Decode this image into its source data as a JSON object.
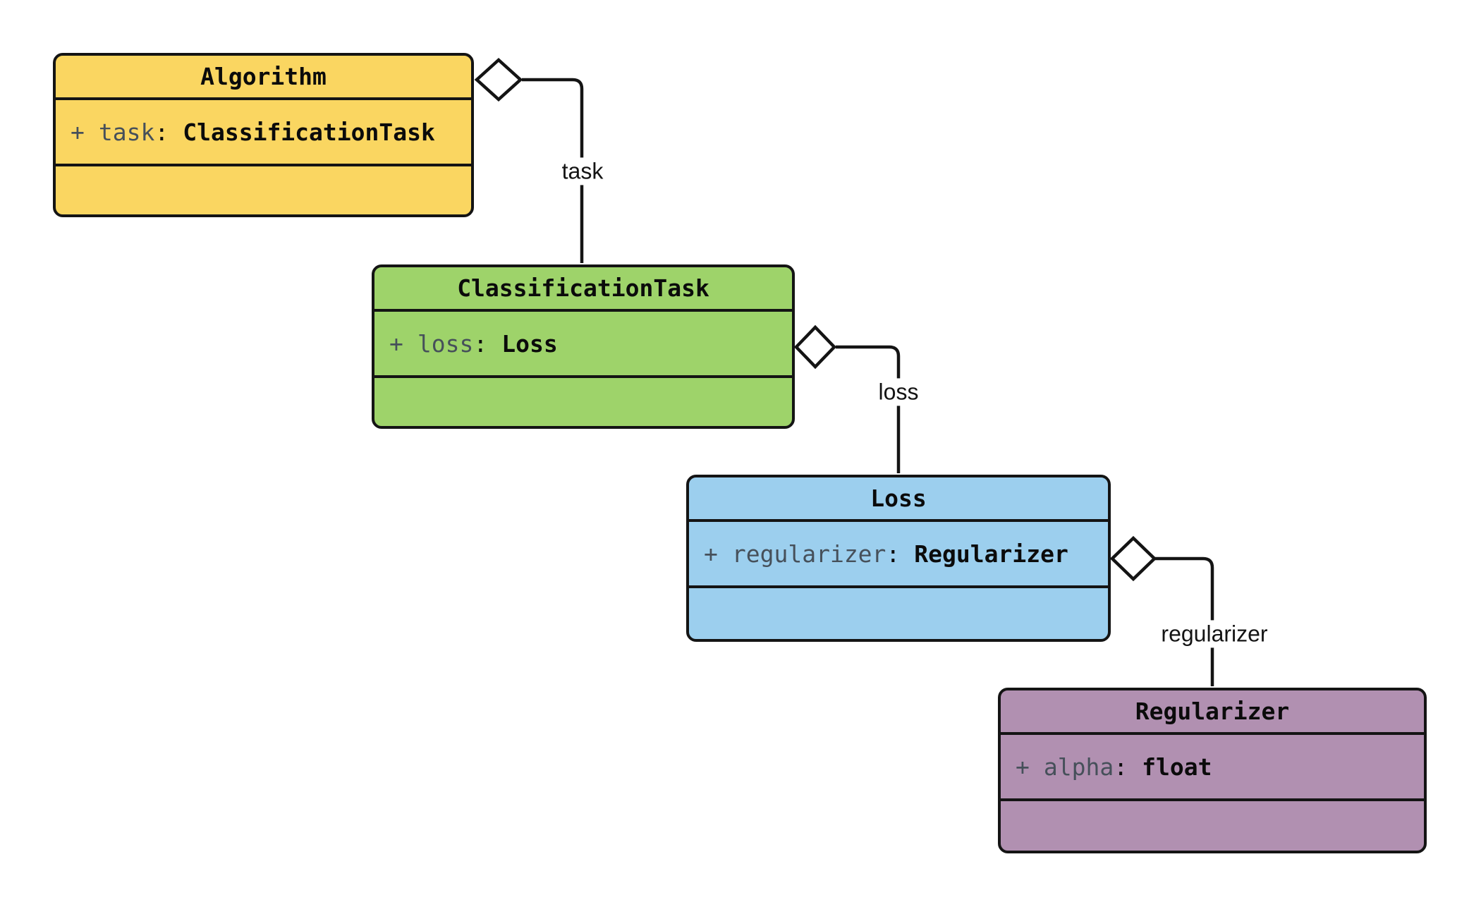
{
  "diagram_type": "uml-class-diagram",
  "classes": [
    {
      "title": "Algorithm",
      "fill": "#FAD661",
      "attribute": {
        "visibility": "+",
        "name": "task",
        "separator": ":",
        "type": "ClassificationTask"
      }
    },
    {
      "title": "ClassificationTask",
      "fill": "#9ED36A",
      "attribute": {
        "visibility": "+",
        "name": "loss",
        "separator": ":",
        "type": "Loss"
      }
    },
    {
      "title": "Loss",
      "fill": "#9CCFEE",
      "attribute": {
        "visibility": "+",
        "name": "regularizer",
        "separator": ":",
        "type": "Regularizer"
      }
    },
    {
      "title": "Regularizer",
      "fill": "#B190B1",
      "attribute": {
        "visibility": "+",
        "name": "alpha",
        "separator": ":",
        "type": "float"
      }
    }
  ],
  "edges": [
    {
      "label": "task",
      "from": "Algorithm",
      "to": "ClassificationTask",
      "kind": "aggregation"
    },
    {
      "label": "loss",
      "from": "ClassificationTask",
      "to": "Loss",
      "kind": "aggregation"
    },
    {
      "label": "regularizer",
      "from": "Loss",
      "to": "Regularizer",
      "kind": "aggregation"
    }
  ],
  "colors": {
    "line": "#141414",
    "attr_name_text": "#46505A",
    "attr_type_text": "#0B0B0B",
    "label_text": "#141414",
    "background": "#FFFFFF"
  }
}
